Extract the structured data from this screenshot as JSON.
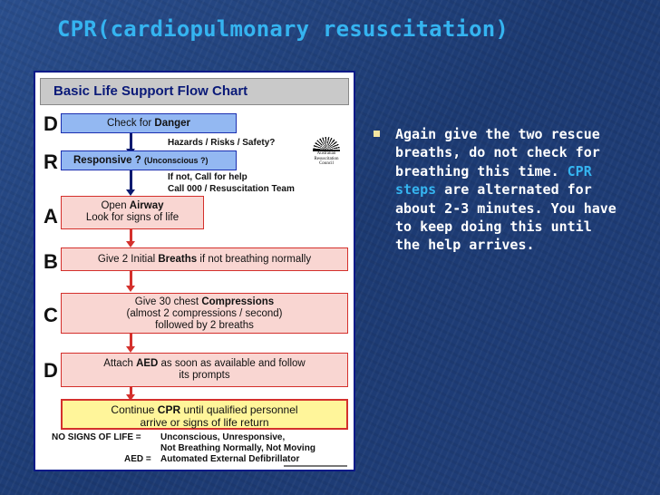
{
  "slide": {
    "title": "CPR(cardiopulmonary resuscitation)"
  },
  "flowchart": {
    "header": "Basic Life Support Flow Chart",
    "letters": [
      "D",
      "R",
      "A",
      "B",
      "C",
      "D"
    ],
    "steps": {
      "danger": [
        "Check for ",
        "Danger"
      ],
      "danger_note": "Hazards / Risks / Safety?",
      "responsive": [
        "Responsive ? ",
        "(Unconscious ?)"
      ],
      "responsive_note_1": "If not, Call for help",
      "responsive_note_2": "Call 000 / Resuscitation Team",
      "airway_1": [
        "Open ",
        "Airway"
      ],
      "airway_2": "Look for signs of life",
      "breaths": [
        "Give 2 Initial ",
        "Breaths",
        " if not breathing normally"
      ],
      "compressions_1": [
        "Give 30 chest ",
        "Compressions"
      ],
      "compressions_2": "(almost 2 compressions / second)",
      "compressions_3": "followed by 2 breaths",
      "aed_1": [
        "Attach ",
        "AED",
        " as soon as available and follow"
      ],
      "aed_2": "its prompts",
      "continue_1": [
        "Continue ",
        "CPR",
        " until qualified personnel"
      ],
      "continue_2": "arrive or signs of life return"
    },
    "logo_text": [
      "Australian",
      "Resuscitation",
      "Council"
    ],
    "legend": {
      "signs_label": "NO SIGNS OF LIFE =",
      "signs_value_1": "Unconscious, Unresponsive,",
      "signs_value_2": "Not Breathing Normally, Not Moving",
      "aed_label": "AED =",
      "aed_value": "Automated External Defibrillator"
    }
  },
  "bullet": {
    "text_before": "Again give the two rescue breaths, do not check for breathing this time. ",
    "highlight": "CPR steps",
    "text_after": " are alternated for about 2-3 minutes. You have to keep doing this until the help arrives."
  }
}
